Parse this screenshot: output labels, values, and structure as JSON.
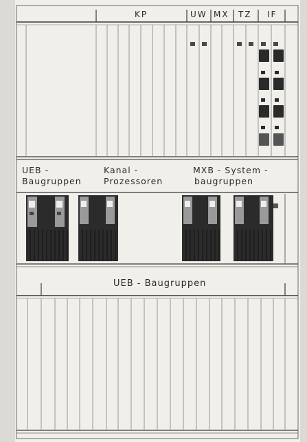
{
  "header": {
    "kp": "KP",
    "uw": "UW",
    "mx": "MX",
    "tz": "TZ",
    "if": "IF"
  },
  "middle": {
    "ueb_line1": "UEB -",
    "ueb_line2": "Baugruppen",
    "kanal_line1": "Kanal -",
    "kanal_line2": "Prozessoren",
    "mxb_line1": "MXB - System -",
    "mxb_line2": "baugruppen"
  },
  "bottom": {
    "label": "UEB - Baugruppen"
  },
  "colors": {
    "background": "#e9e7e2",
    "frame_line": "#4a4a4a",
    "module_dark": "#232323",
    "ink": "#2a2a2a"
  }
}
